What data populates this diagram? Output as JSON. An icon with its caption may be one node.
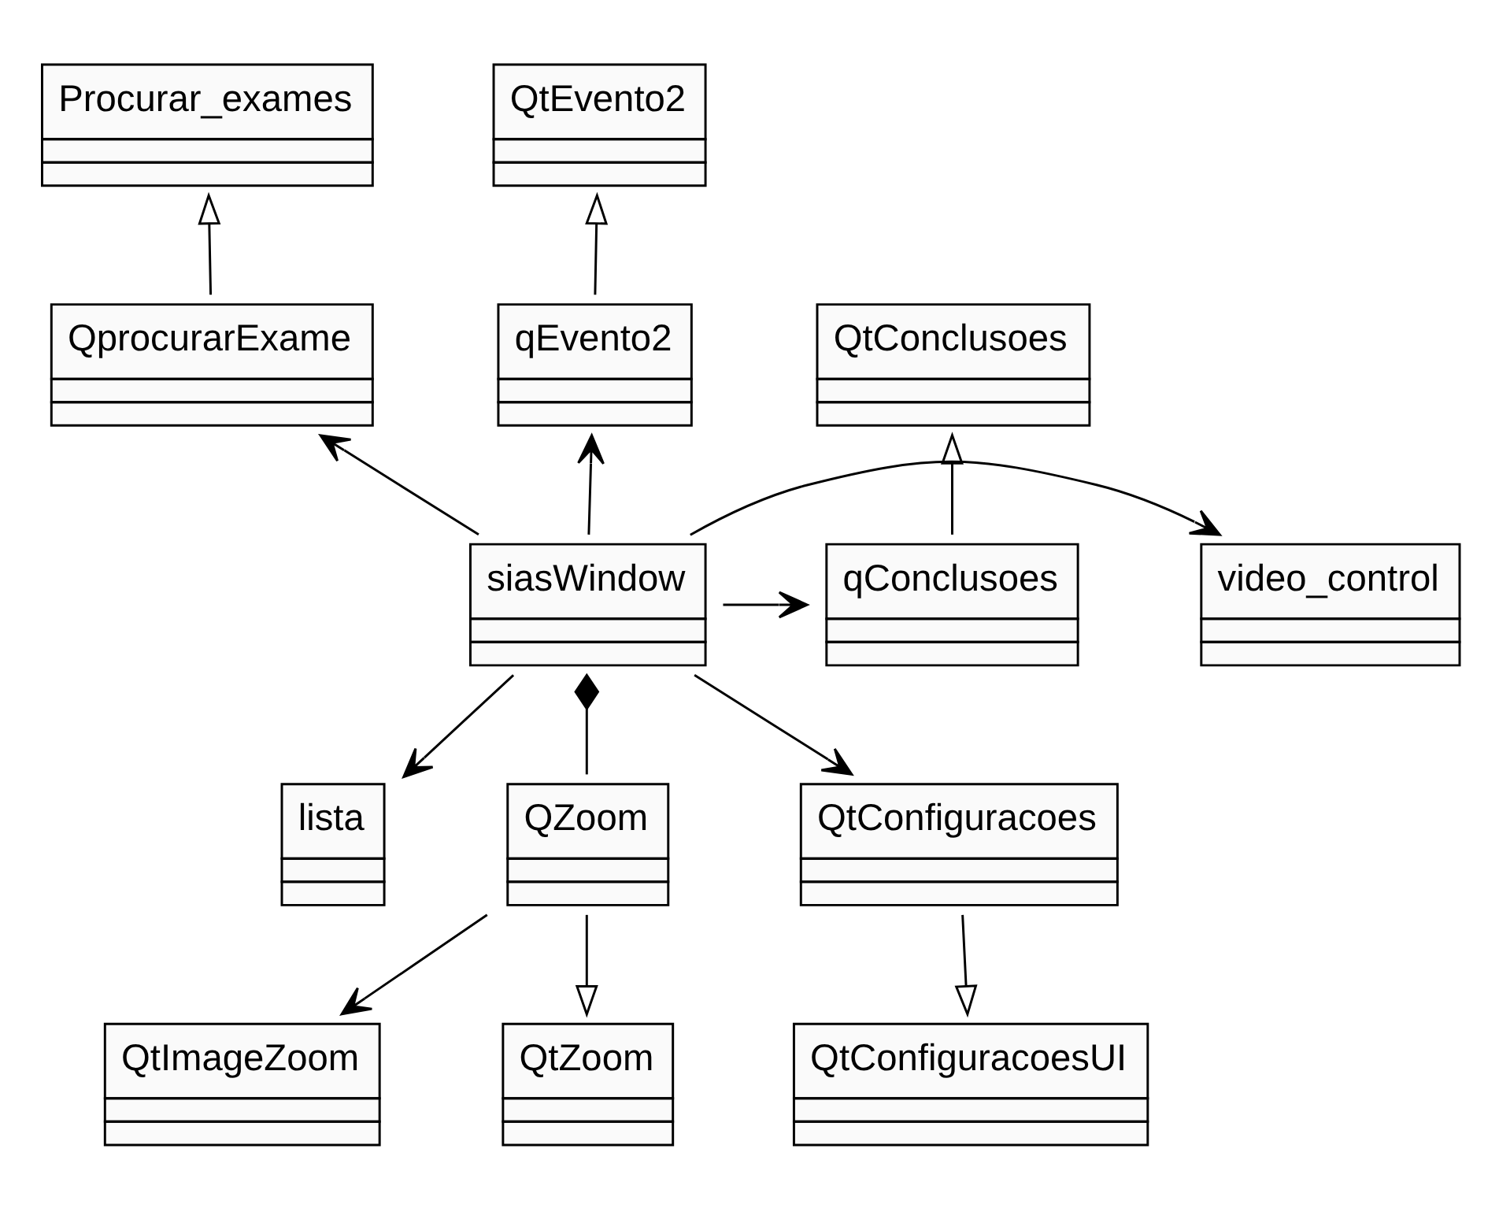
{
  "diagram": {
    "nodes": [
      {
        "text": [
          "Procurar_exames"
        ]
      },
      {
        "text": [
          "QtEvento2"
        ]
      },
      {
        "text": [
          "QprocurarExame"
        ]
      },
      {
        "text": [
          "qEvento2"
        ]
      },
      {
        "text": [
          "QtConclusoes"
        ]
      },
      {
        "text": [
          "video_control"
        ]
      },
      {
        "text": [
          "siasWindow"
        ]
      },
      {
        "text": [
          "qConclusoes"
        ]
      },
      {
        "text": [
          "lista"
        ]
      },
      {
        "text": [
          "QZoom"
        ]
      },
      {
        "text": [
          "QtConfiguracoes"
        ]
      },
      {
        "text": [
          "QtImageZoom"
        ]
      },
      {
        "text": [
          "QtZoom"
        ]
      },
      {
        "text": [
          "QtConfiguracoesUI"
        ]
      }
    ],
    "edges": [
      {
        "from": 2,
        "to": 0,
        "arrow": "to"
      },
      {
        "from": 3,
        "to": 1,
        "arrow": "to"
      },
      {
        "from": 7,
        "to": 4,
        "arrow": "to"
      },
      {
        "from": 6,
        "to": 2,
        "arrow": "to"
      },
      {
        "from": 6,
        "to": 3,
        "arrow": "to"
      },
      {
        "from": 6,
        "to": 5,
        "arrow": "to"
      },
      {
        "from": 6,
        "to": 7,
        "arrow": "to"
      },
      {
        "from": 6,
        "to": 8,
        "arrow": "to"
      },
      {
        "from": 6,
        "to": 9,
        "arrow": "other"
      },
      {
        "from": 6,
        "to": 10,
        "arrow": "to"
      },
      {
        "from": 9,
        "to": 11,
        "arrow": "to"
      },
      {
        "from": 9,
        "to": 12,
        "arrow": "to"
      },
      {
        "from": 10,
        "to": 13,
        "arrow": "to"
      }
    ]
  }
}
